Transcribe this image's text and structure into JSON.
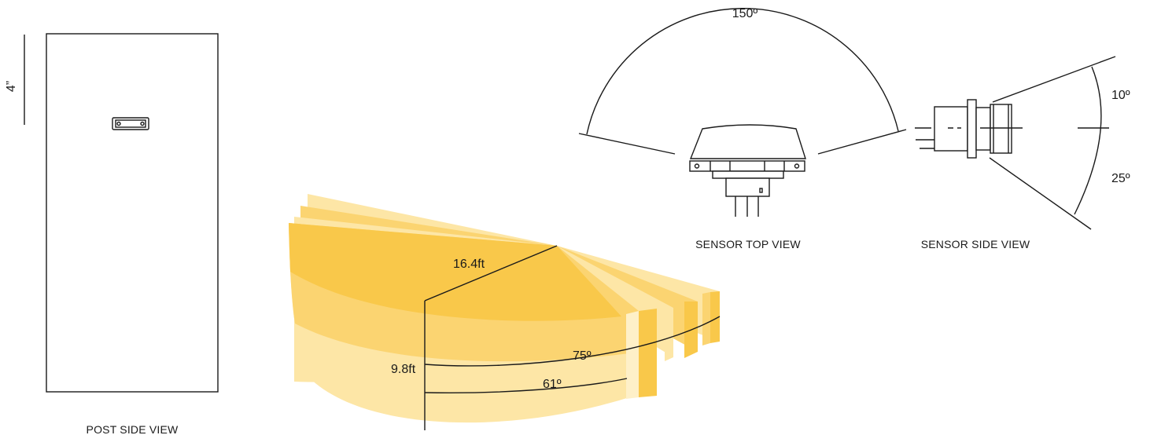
{
  "post_side_view": {
    "caption": "POST SIDE VIEW",
    "height_label": "4”"
  },
  "sensor_top_view": {
    "caption": "SENSOR TOP VIEW",
    "angle_label": "150º"
  },
  "sensor_side_view": {
    "caption": "SENSOR SIDE VIEW",
    "upper_angle_label": "10º",
    "lower_angle_label": "25º"
  },
  "detection_zone": {
    "range_label": "16.4ft",
    "height_label": "9.8ft",
    "outer_angle_label": "75º",
    "inner_angle_label": "61º"
  },
  "colors": {
    "zone_dark": "#f9c84a",
    "zone_mid": "#fbd471",
    "zone_light": "#fde6a6",
    "zone_pale": "#fef0c8",
    "line": "#1a1a1a"
  }
}
